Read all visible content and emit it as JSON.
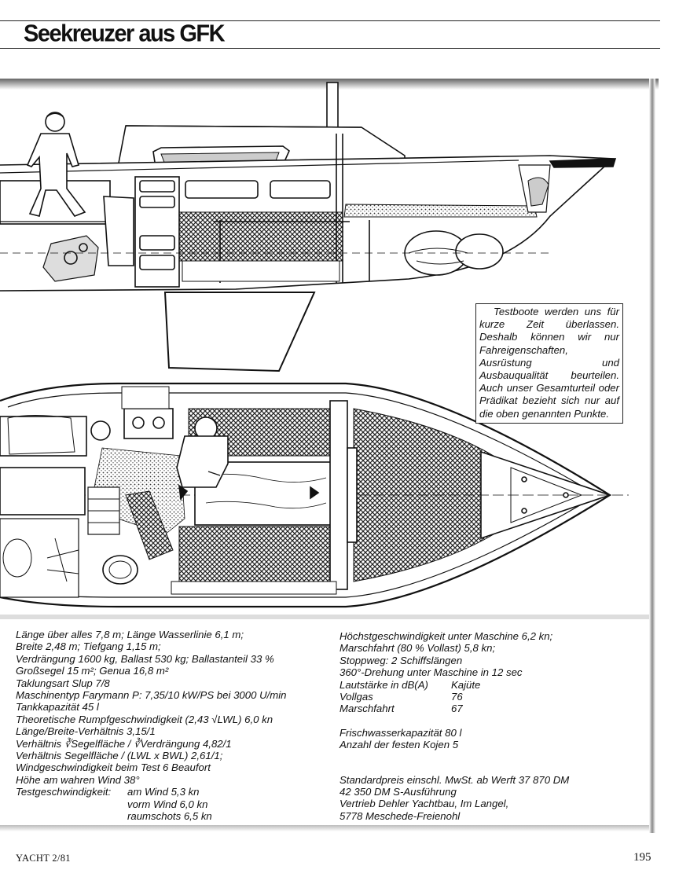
{
  "header": {
    "title": "Seekreuzer aus GFK"
  },
  "note_box": {
    "text": "Testboote werden uns für kurze Zeit überlassen. Deshalb können wir nur Fahreigenschaften, Ausrüstung und Ausbauqualität beurteilen. Auch unser Gesamturteil oder Prädikat bezieht sich nur auf die oben genannten Punkte."
  },
  "specs_left": [
    "Länge über alles 7,8 m; Länge Wasserlinie 6,1 m;",
    "Breite 2,48 m; Tiefgang 1,15 m;",
    "Verdrängung 1600 kg, Ballast 530 kg; Ballastanteil 33 %",
    "Großsegel 15 m²; Genua 16,8 m²",
    "Taklungsart Slup 7/8",
    "Maschinentyp Farymann P: 7,35/10 kW/PS bei 3000 U/min",
    "Tankkapazität 45 l",
    "Theoretische Rumpfgeschwindigkeit (2,43 √LWL) 6,0 kn",
    "Länge/Breite-Verhältnis 3,15/1",
    "Verhältnis ∛Segelfläche / ∛Verdrängung 4,82/1",
    "Verhältnis Segelfläche / (LWL x BWL) 2,61/1;",
    "Windgeschwindigkeit beim Test 6 Beaufort",
    "Höhe am wahren Wind 38°"
  ],
  "test_speed": {
    "label": "Testgeschwindigkeit:",
    "rows": [
      "am Wind 5,3 kn",
      "vorm Wind 6,0 kn",
      "raumschots 6,5 kn"
    ]
  },
  "specs_right": {
    "lines_a": [
      "Höchstgeschwindigkeit unter Maschine 6,2 kn;",
      "Marschfahrt (80 % Vollast) 5,8 kn;",
      "Stoppweg: 2 Schiffslängen",
      "360°-Drehung unter Maschine in 12 sec"
    ],
    "noise_header": {
      "label": "Lautstärke in dB(A)",
      "value": "Kajüte"
    },
    "noise_rows": [
      {
        "label": "Vollgas",
        "value": "76"
      },
      {
        "label": "Marschfahrt",
        "value": "67"
      }
    ],
    "lines_b": [
      "Frischwasserkapazität 80 l",
      "Anzahl der festen Kojen 5"
    ],
    "lines_c": [
      "Standardpreis einschl. MwSt. ab Werft 37 870 DM",
      "42 350 DM S-Ausführung",
      "Vertrieb Dehler Yachtbau, Im Langel,",
      "5778 Meschede-Freienohl"
    ]
  },
  "footer": {
    "left": "YACHT 2/81",
    "right": "195"
  }
}
